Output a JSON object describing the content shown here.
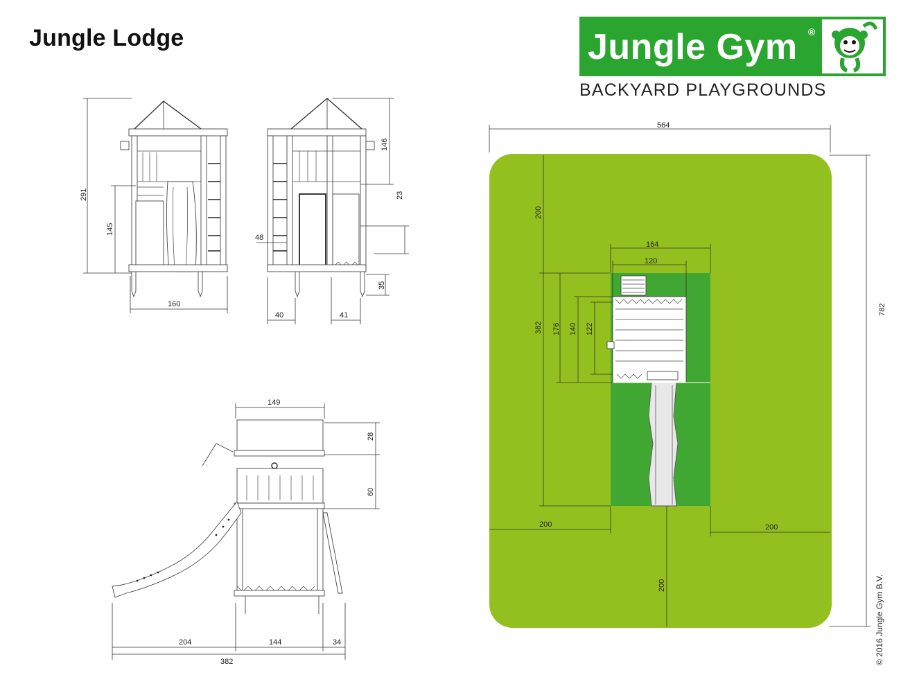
{
  "title": "Jungle Lodge",
  "logo": {
    "brand": "Jungle Gym",
    "registered": "®",
    "tagline": "BACKYARD PLAYGROUNDS",
    "icon": "monkey-mascot-icon",
    "brand_color": "#2aa52f"
  },
  "copyright": "© 2016  Jungle Gym  B.V.",
  "colors": {
    "safety_zone": "#94c01f",
    "footprint": "#40a832"
  },
  "front_view": {
    "height_total": "291",
    "height_platform": "145",
    "width": "160"
  },
  "side_view": {
    "roof": "146",
    "rail": "23",
    "rope": "48",
    "anchor": "35",
    "left": "40",
    "right": "41"
  },
  "top_view": {
    "roof_width": "149",
    "roof_depth": "28",
    "wall": "60",
    "slide": "204",
    "tower": "144",
    "ladder": "34",
    "total": "382"
  },
  "plan": {
    "width_total": "564",
    "height_total": "782",
    "margin_top": "200",
    "margin_left": "200",
    "margin_right": "200",
    "margin_bottom": "200",
    "frame_outer": "164",
    "frame_inner": "120",
    "depth_total": "382",
    "d176": "176",
    "d140": "140",
    "d122": "122"
  }
}
